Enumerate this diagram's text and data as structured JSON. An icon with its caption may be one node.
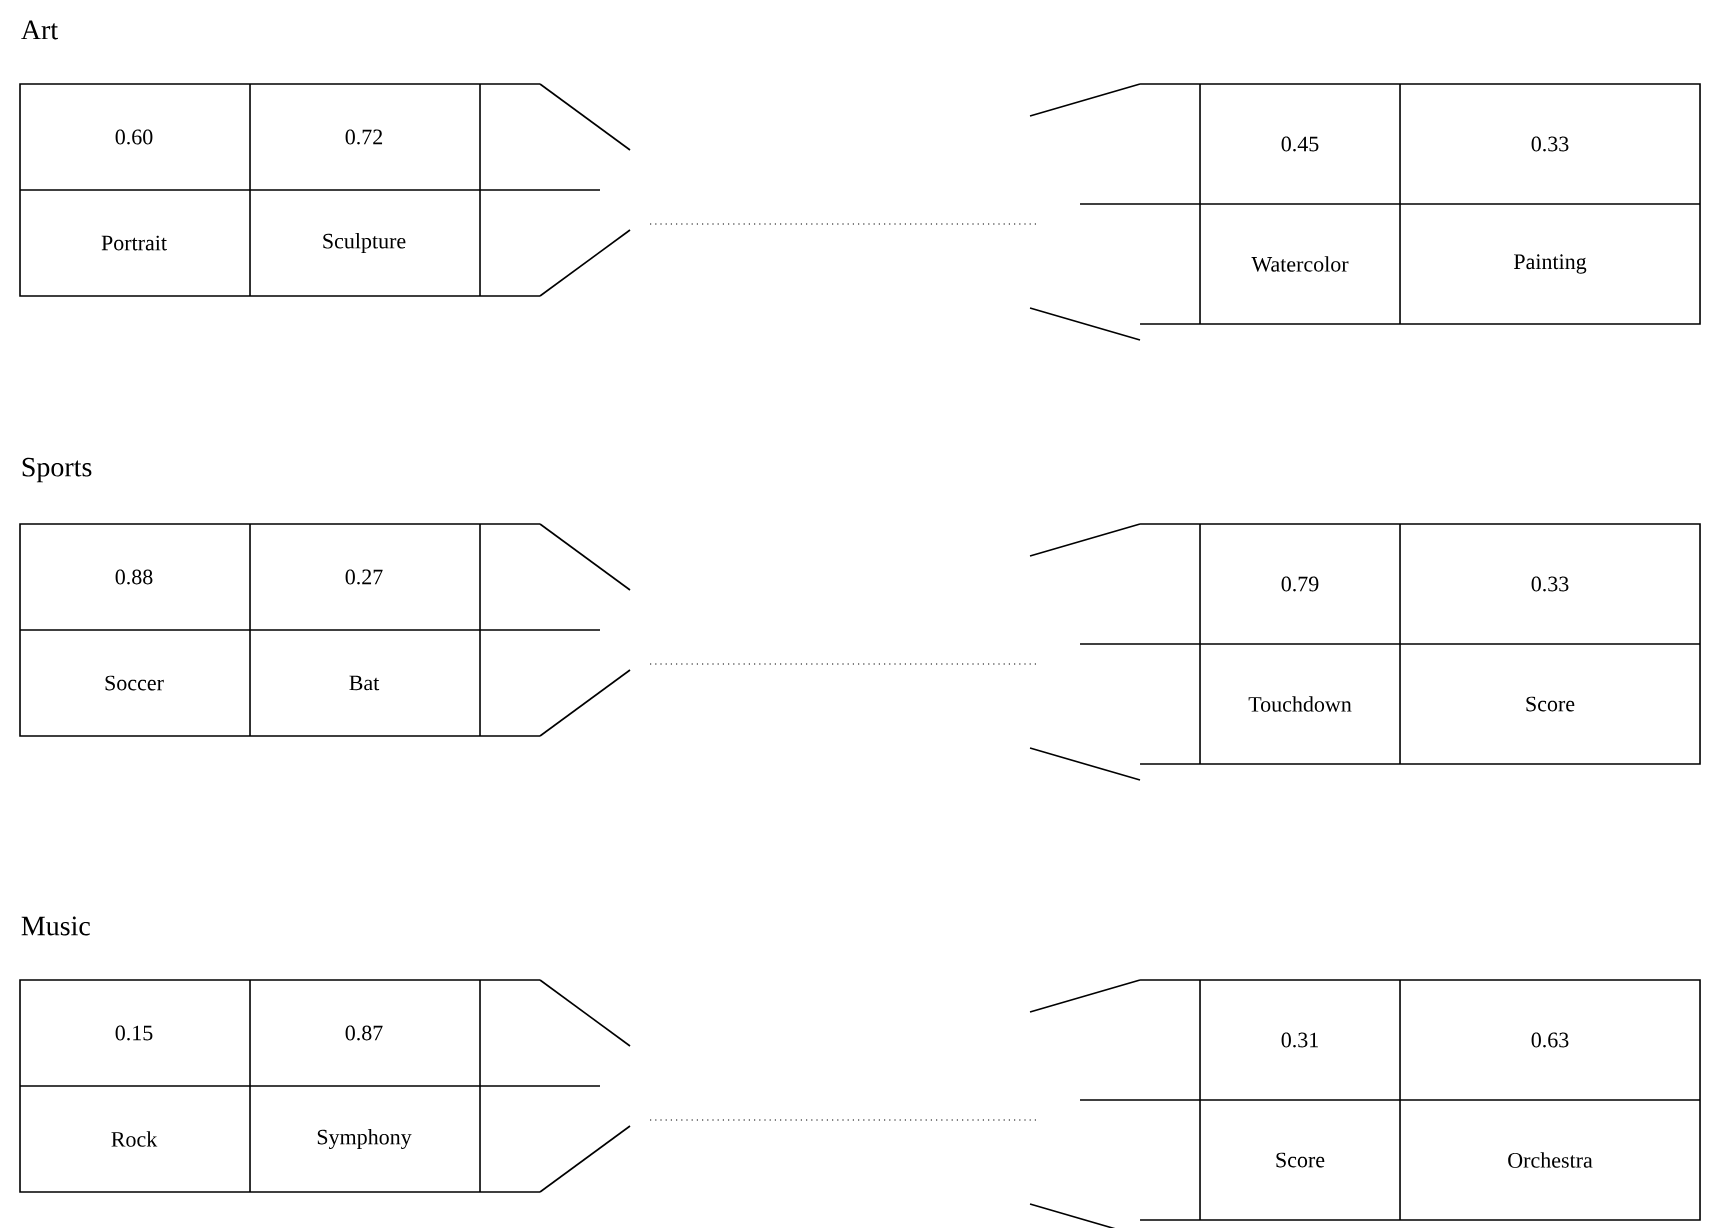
{
  "diagram": {
    "labels": [
      "Art",
      "0.60",
      "0.72",
      "0.45",
      "0.33",
      "Portrait",
      "Sculpture",
      "Watercolor",
      "Painting",
      "Sports",
      "0.88",
      "0.27",
      "0.79",
      "0.33",
      "Soccer",
      "Bat",
      "Touchdown",
      "Score",
      "Music",
      "0.15",
      "0.87",
      "0.31",
      "0.63",
      "Rock",
      "Symphony",
      "Score",
      "Orchestra"
    ]
  }
}
